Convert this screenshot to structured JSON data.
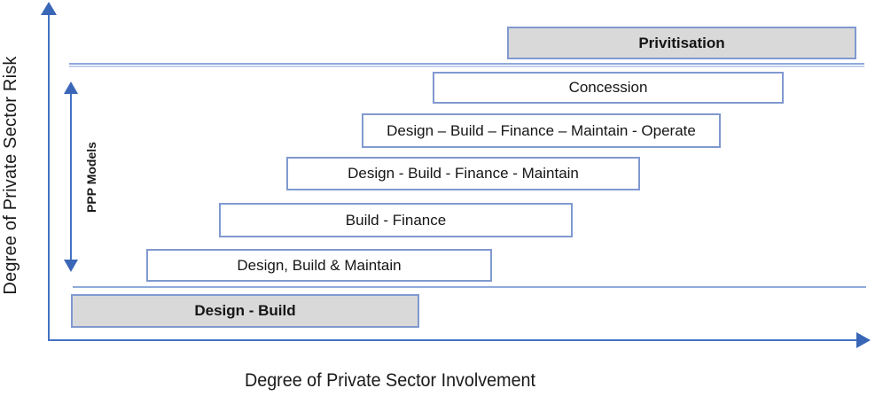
{
  "colors": {
    "axis_blue": "#4472C4",
    "arrowhead_blue": "#3A66B8",
    "box_border_blue": "#8099CF",
    "separator_blue": "#8FAADC",
    "gray_fill": "#D9D9D9",
    "text_black": "#1A1A1A"
  },
  "y_axis": {
    "label": "Degree of Private Sector Risk"
  },
  "x_axis": {
    "label": "Degree of Private Sector Involvement"
  },
  "ppp_bracket": {
    "label": "PPP Models"
  },
  "boxes": [
    {
      "label": "Privitisation",
      "variant": "gray"
    },
    {
      "label": "Concession",
      "variant": "white"
    },
    {
      "label": "Design – Build – Finance – Maintain - Operate",
      "variant": "white"
    },
    {
      "label": "Design - Build - Finance - Maintain",
      "variant": "white"
    },
    {
      "label": "Build - Finance",
      "variant": "white"
    },
    {
      "label": "Design, Build & Maintain",
      "variant": "white"
    },
    {
      "label": "Design - Build",
      "variant": "gray"
    }
  ]
}
